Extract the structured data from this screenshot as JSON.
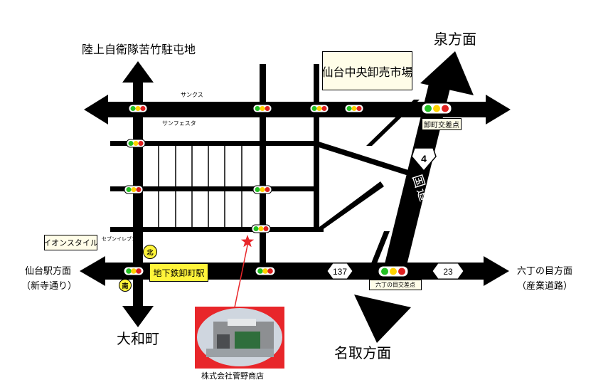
{
  "directions": {
    "north_left": "陸上自衛隊苦竹駐屯地",
    "izumi": "泉方面",
    "sendai_station": "仙台駅方面",
    "shintera": "（新寺通り）",
    "rokuchome": "六丁の目方面",
    "sangyo": "（産業道路）",
    "yamato": "大和町",
    "natori": "名取方面"
  },
  "landmarks": {
    "market": "仙台中央卸売市場",
    "aeon": "イオンスタイル",
    "subway_station": "地下鉄卸町駅",
    "seven_eleven": "セブンイレブン",
    "sunkus": "サンクス",
    "sunfesta": "サンフェスタ",
    "company": "株式会社菅野商店"
  },
  "intersections": {
    "oroshimachi": "卸町交差点",
    "rokuchome": "六丁の目交差点"
  },
  "route_signs": {
    "route4_number": "4",
    "route4_name": "国道４号線",
    "route137": "137",
    "route23": "23"
  },
  "exits": {
    "north": "北",
    "south": "南"
  },
  "colors": {
    "road": "#000000",
    "label_box": "#fffde8",
    "station_box": "#fff43a",
    "photo_frame": "#e8262a",
    "marker_star": "#e8262a",
    "signal_green": "#22c022",
    "signal_yellow": "#ffd200",
    "signal_red": "#e02020"
  }
}
